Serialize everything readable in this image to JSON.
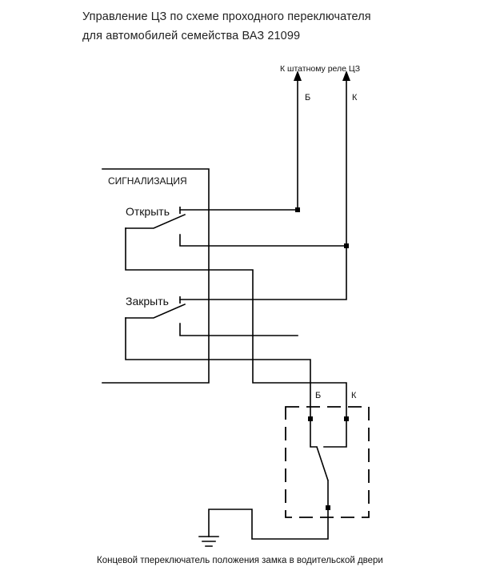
{
  "title": {
    "line1": "Управление ЦЗ по схеме проходного переключателя",
    "line2": "для автомобилей семейства ВАЗ 21099"
  },
  "labels": {
    "relay": "К штатному реле ЦЗ",
    "b_top": "Б",
    "k_top": "К",
    "alarm": "СИГНАЛИЗАЦИЯ",
    "open": "Открыть",
    "close": "Закрыть",
    "b_bottom": "Б",
    "k_bottom": "К"
  },
  "caption": "Концевой тпереключатель положения замка в водительской двери",
  "colors": {
    "wire": "#000000",
    "text": "#111111"
  }
}
